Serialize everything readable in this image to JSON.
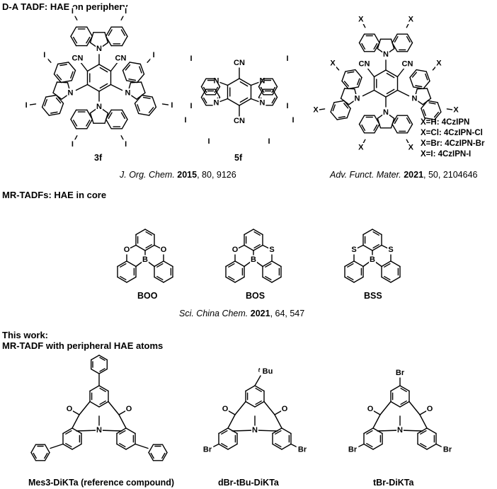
{
  "headings": {
    "da": "D-A TADF: HAE on periphery",
    "mr": "MR-TADFs: HAE in core",
    "tw1": "This work:",
    "tw2": "MR-TADF with peripheral HAE atoms"
  },
  "labels": {
    "c3f": "3f",
    "c5f": "5f",
    "boo": "BOO",
    "bos": "BOS",
    "bss": "BSS",
    "mes": "Mes3-DiKTa (reference compound)",
    "dbr": "dBr-tBu-DiKTa",
    "tbr": "tBr-DiKTa"
  },
  "refs": {
    "r1": {
      "journal": "J. Org. Chem.",
      "year": "2015",
      "rest": ", 80, 9126"
    },
    "r2": {
      "journal": "Adv. Funct. Mater.",
      "year": "2021",
      "rest": ", 50, 2104646"
    },
    "r3": {
      "journal": "Sci. China Chem.",
      "year": "2021",
      "rest": ", 64, 547"
    }
  },
  "x_legend": [
    "X=H: 4CzIPN",
    "X=Cl: 4CzIPN-Cl",
    "X=Br: 4CzIPN-Br",
    "X=I: 4CzIPN-I"
  ],
  "atoms": {
    "I": "I",
    "N": "N",
    "CN": "CN",
    "X": "X",
    "B": "B",
    "O": "O",
    "S": "S",
    "Br": "Br",
    "tBu_sup": "t",
    "tBu": "Bu"
  }
}
